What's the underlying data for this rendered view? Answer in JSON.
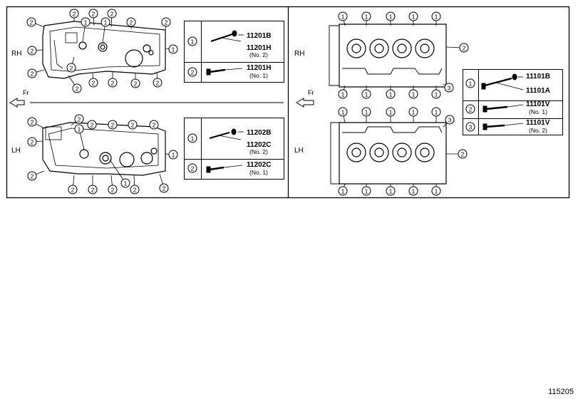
{
  "figure_id": "115205",
  "left_panel": {
    "direction_label": "Fr",
    "rh": {
      "side_label": "RH",
      "legend": [
        {
          "ref": "1",
          "part_no": "11201B",
          "sub_part_no": "11201H",
          "note": "(No. 2)"
        },
        {
          "ref": "2",
          "part_no": "11201H",
          "note": "(No. 1)"
        }
      ]
    },
    "lh": {
      "side_label": "LH",
      "legend": [
        {
          "ref": "1",
          "part_no": "11202B",
          "sub_part_no": "11202C",
          "note": "(No. 2)"
        },
        {
          "ref": "2",
          "part_no": "11202C",
          "note": "(No. 1)"
        }
      ]
    }
  },
  "right_panel": {
    "direction_label": "Fr",
    "rh_label": "RH",
    "lh_label": "LH",
    "legend": [
      {
        "ref": "1",
        "part_no": "11101B",
        "sub_part_no": "11101A"
      },
      {
        "ref": "2",
        "part_no": "11101V",
        "note": "(No. 1)"
      },
      {
        "ref": "3",
        "part_no": "11101V",
        "note": "(No. 2)"
      }
    ]
  },
  "callouts": {
    "one": "1",
    "two": "2",
    "three": "3"
  }
}
